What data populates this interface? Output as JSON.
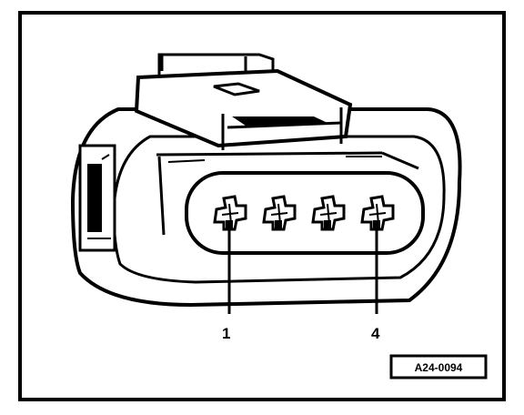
{
  "figure": {
    "pin_labels": {
      "first": "1",
      "last": "4"
    },
    "reference_code": "A24-0094",
    "pin_count": 4
  }
}
